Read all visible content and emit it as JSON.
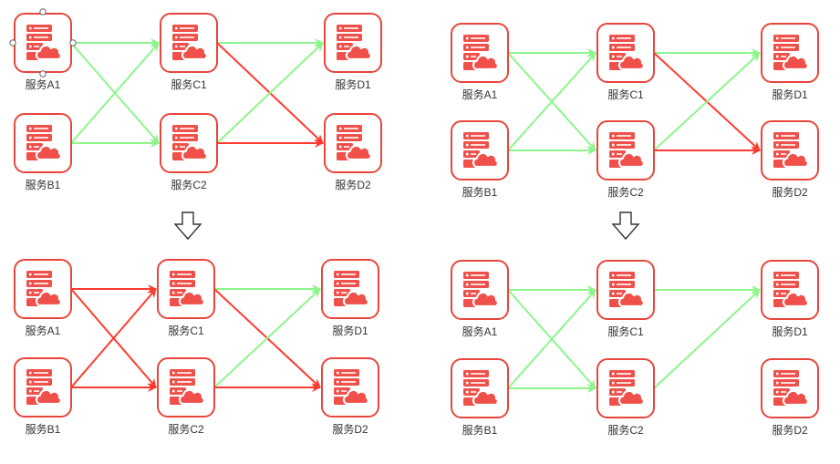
{
  "colors": {
    "node_border": "#e8453c",
    "node_fill": "#ffffff",
    "icon_fill": "#f0504a",
    "edge_healthy": "#8cf58c",
    "edge_failed": "#ff3b30",
    "transition_arrow": "#333333"
  },
  "panels": [
    {
      "name": "top-left",
      "nodes": [
        {
          "id": "A1",
          "label": "服务A1",
          "selected": true
        },
        {
          "id": "B1",
          "label": "服务B1"
        },
        {
          "id": "C1",
          "label": "服务C1"
        },
        {
          "id": "C2",
          "label": "服务C2"
        },
        {
          "id": "D1",
          "label": "服务D1"
        },
        {
          "id": "D2",
          "label": "服务D2"
        }
      ],
      "edges": [
        {
          "from": "A1",
          "to": "C1",
          "status": "healthy"
        },
        {
          "from": "A1",
          "to": "C2",
          "status": "healthy"
        },
        {
          "from": "B1",
          "to": "C1",
          "status": "healthy"
        },
        {
          "from": "B1",
          "to": "C2",
          "status": "healthy"
        },
        {
          "from": "C1",
          "to": "D1",
          "status": "healthy"
        },
        {
          "from": "C1",
          "to": "D2",
          "status": "failed"
        },
        {
          "from": "C2",
          "to": "D1",
          "status": "healthy"
        },
        {
          "from": "C2",
          "to": "D2",
          "status": "failed"
        }
      ]
    },
    {
      "name": "bottom-left",
      "nodes": [
        {
          "id": "A1",
          "label": "服务A1"
        },
        {
          "id": "B1",
          "label": "服务B1"
        },
        {
          "id": "C1",
          "label": "服务C1"
        },
        {
          "id": "C2",
          "label": "服务C2"
        },
        {
          "id": "D1",
          "label": "服务D1"
        },
        {
          "id": "D2",
          "label": "服务D2"
        }
      ],
      "edges": [
        {
          "from": "A1",
          "to": "C1",
          "status": "failed"
        },
        {
          "from": "A1",
          "to": "C2",
          "status": "failed"
        },
        {
          "from": "B1",
          "to": "C1",
          "status": "failed"
        },
        {
          "from": "B1",
          "to": "C2",
          "status": "failed"
        },
        {
          "from": "C1",
          "to": "D1",
          "status": "healthy"
        },
        {
          "from": "C1",
          "to": "D2",
          "status": "failed"
        },
        {
          "from": "C2",
          "to": "D1",
          "status": "healthy"
        },
        {
          "from": "C2",
          "to": "D2",
          "status": "failed"
        }
      ]
    },
    {
      "name": "top-right",
      "nodes": [
        {
          "id": "A1",
          "label": "服务A1"
        },
        {
          "id": "B1",
          "label": "服务B1"
        },
        {
          "id": "C1",
          "label": "服务C1"
        },
        {
          "id": "C2",
          "label": "服务C2"
        },
        {
          "id": "D1",
          "label": "服务D1"
        },
        {
          "id": "D2",
          "label": "服务D2"
        }
      ],
      "edges": [
        {
          "from": "A1",
          "to": "C1",
          "status": "healthy"
        },
        {
          "from": "A1",
          "to": "C2",
          "status": "healthy"
        },
        {
          "from": "B1",
          "to": "C1",
          "status": "healthy"
        },
        {
          "from": "B1",
          "to": "C2",
          "status": "healthy"
        },
        {
          "from": "C1",
          "to": "D1",
          "status": "healthy"
        },
        {
          "from": "C1",
          "to": "D2",
          "status": "failed"
        },
        {
          "from": "C2",
          "to": "D1",
          "status": "healthy"
        },
        {
          "from": "C2",
          "to": "D2",
          "status": "failed"
        }
      ]
    },
    {
      "name": "bottom-right",
      "nodes": [
        {
          "id": "A1",
          "label": "服务A1"
        },
        {
          "id": "B1",
          "label": "服务B1"
        },
        {
          "id": "C1",
          "label": "服务C1"
        },
        {
          "id": "C2",
          "label": "服务C2"
        },
        {
          "id": "D1",
          "label": "服务D1"
        },
        {
          "id": "D2",
          "label": "服务D2"
        }
      ],
      "edges": [
        {
          "from": "A1",
          "to": "C1",
          "status": "healthy"
        },
        {
          "from": "A1",
          "to": "C2",
          "status": "healthy"
        },
        {
          "from": "B1",
          "to": "C1",
          "status": "healthy"
        },
        {
          "from": "B1",
          "to": "C2",
          "status": "healthy"
        },
        {
          "from": "C1",
          "to": "D1",
          "status": "healthy"
        },
        {
          "from": "C2",
          "to": "D1",
          "status": "healthy"
        }
      ]
    }
  ],
  "transitions": [
    {
      "from": "top-left",
      "to": "bottom-left",
      "icon": "down-arrow-icon"
    },
    {
      "from": "top-right",
      "to": "bottom-right",
      "icon": "down-arrow-icon"
    }
  ]
}
